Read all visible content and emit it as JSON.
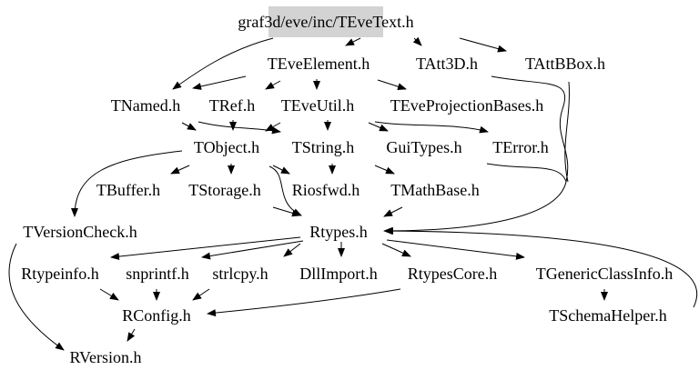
{
  "title": "graf3d/eve/inc/TEveText.h",
  "colors": {
    "root_fill": "#d3d3d3",
    "edge": "#000000"
  },
  "nodes": {
    "root": "graf3d/eve/inc/TEveText.h",
    "teveelement": "TEveElement.h",
    "tatt3d": "TAtt3D.h",
    "tattbbox": "TAttBBox.h",
    "tnamed": "TNamed.h",
    "tref": "TRef.h",
    "teveutil": "TEveUtil.h",
    "teveprojectionbases": "TEveProjectionBases.h",
    "tobject": "TObject.h",
    "tstring": "TString.h",
    "guitypes": "GuiTypes.h",
    "terror": "TError.h",
    "tbuffer": "TBuffer.h",
    "tstorage": "TStorage.h",
    "riosfwd": "Riosfwd.h",
    "tmathbase": "TMathBase.h",
    "tversioncheck": "TVersionCheck.h",
    "rtypes": "Rtypes.h",
    "rtypeinfo": "Rtypeinfo.h",
    "snprintf": "snprintf.h",
    "strlcpy": "strlcpy.h",
    "dllimport": "DllImport.h",
    "rtypescore": "RtypesCore.h",
    "tgenericclassinfo": "TGenericClassInfo.h",
    "rconfig": "RConfig.h",
    "tschemahelper": "TSchemaHelper.h",
    "rversion": "RVersion.h"
  }
}
